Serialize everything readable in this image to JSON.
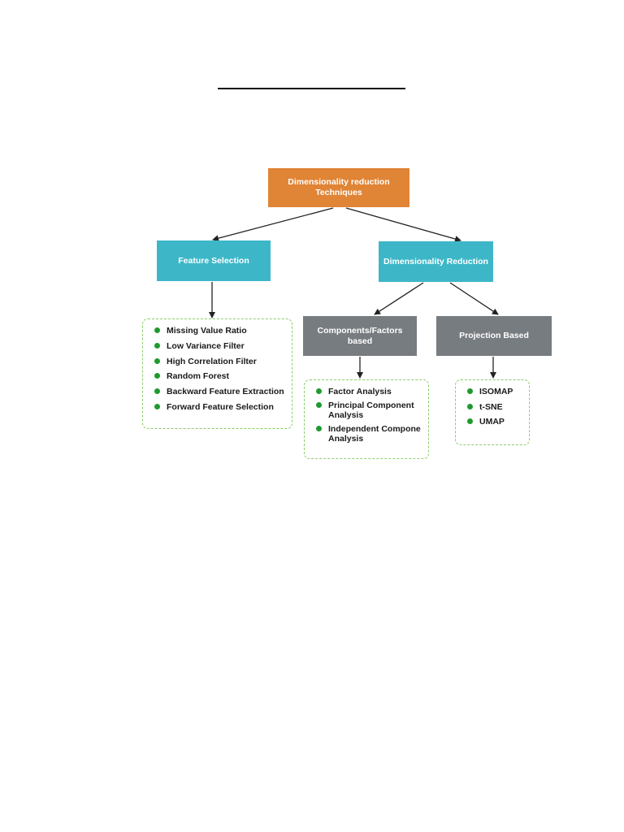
{
  "colors": {
    "root_fill": "#e08436",
    "teal_fill": "#3db7c8",
    "gray_fill": "#777c80",
    "dashed_border": "#8ccd6a",
    "bullet": "#1f9a2e",
    "arrow": "#222222"
  },
  "nodes": {
    "root": "Dimensionality reduction Techniques",
    "feature_selection": "Feature Selection",
    "dimensionality_reduction": "Dimensionality Reduction",
    "components_factors": "Components/Factors based",
    "projection_based": "Projection Based"
  },
  "lists": {
    "feature_selection": [
      "Missing Value Ratio",
      "Low Variance Filter",
      "High Correlation Filter",
      "Random Forest",
      "Backward Feature Extraction",
      "Forward Feature Selection"
    ],
    "components_factors": [
      "Factor Analysis",
      "Principal Component\nAnalysis",
      "Independent Compone\nAnalysis"
    ],
    "projection_based": [
      "ISOMAP",
      "t-SNE",
      "UMAP"
    ]
  }
}
